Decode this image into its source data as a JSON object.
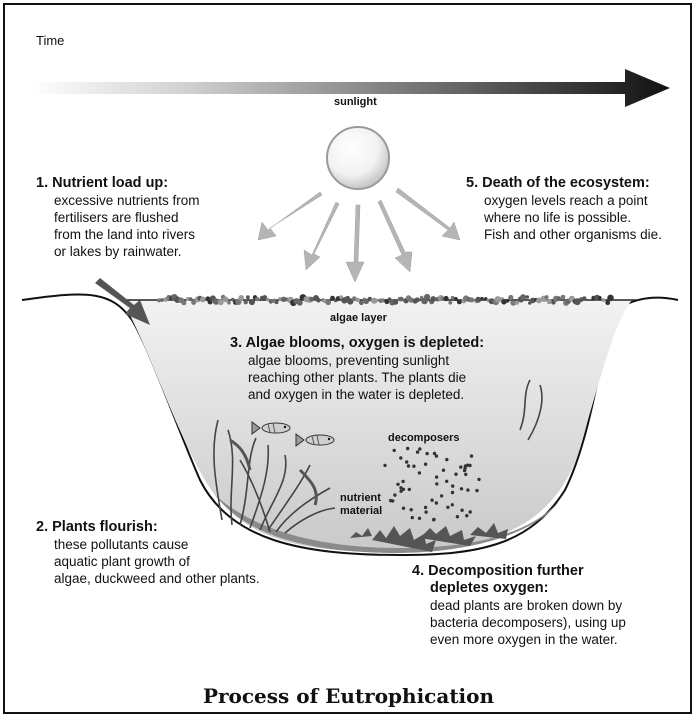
{
  "time_label": "Time",
  "sunlight_label": "sunlight",
  "algae_layer_label": "algae layer",
  "decomposers_label": "decomposers",
  "nutrient_material_label": [
    "nutrient",
    "material"
  ],
  "steps": [
    {
      "title": "1. Nutrient load up:",
      "lines": [
        "excessive nutrients from",
        "fertilisers are flushed",
        "from the land into rivers",
        "or lakes by rainwater."
      ]
    },
    {
      "title": "2. Plants flourish:",
      "lines": [
        "these pollutants cause",
        "aquatic plant growth of",
        "algae, duckweed and other plants."
      ]
    },
    {
      "title": "3. Algae blooms, oxygen is depleted:",
      "lines": [
        "algae blooms, preventing sunlight",
        "reaching other plants. The plants die",
        "and oxygen in the water is depleted."
      ]
    },
    {
      "title": "4. Decomposition further",
      "lines": [
        "depletes oxygen:",
        "dead plants are broken down by",
        "bacteria decomposers), using up",
        "even more oxygen in the water."
      ]
    },
    {
      "title": "5. Death of the ecosystem:",
      "lines": [
        "oxygen levels reach a point",
        "where no life is possible.",
        "Fish and other organisms die."
      ]
    }
  ],
  "caption": "Process of Eutrophication",
  "icons": {
    "sun": "sun-icon",
    "fish": "fish-icon",
    "time_arrow": "arrow-right-icon"
  }
}
